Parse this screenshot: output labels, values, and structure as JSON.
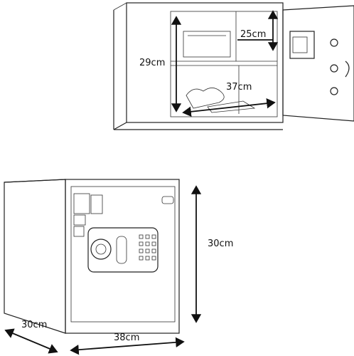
{
  "open_safe": {
    "height_label": "29cm",
    "shelf_depth_label": "25cm",
    "inner_width_label": "37cm"
  },
  "closed_safe": {
    "height_label": "30cm",
    "depth_label": "30cm",
    "width_label": "38cm"
  }
}
